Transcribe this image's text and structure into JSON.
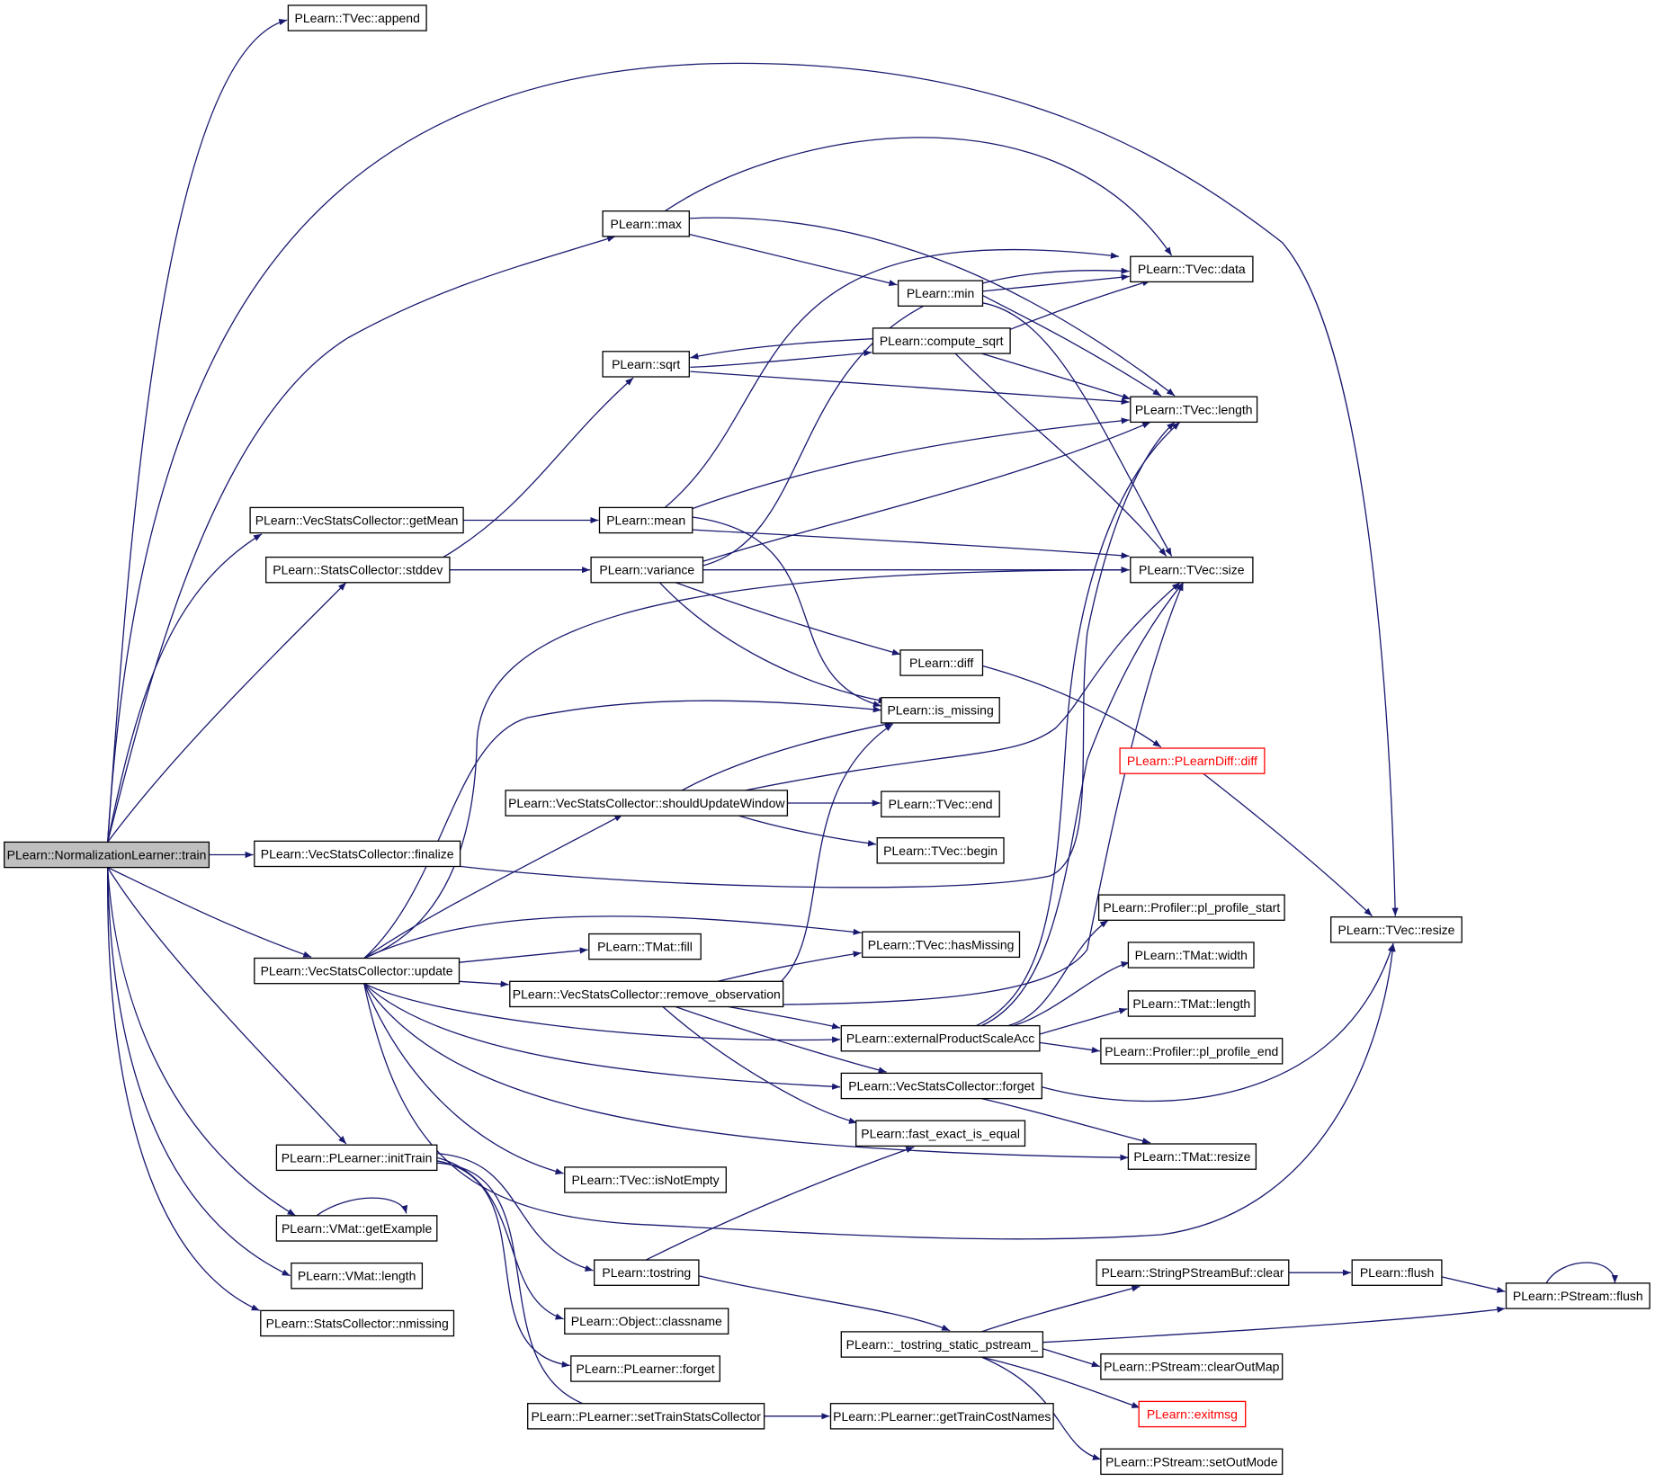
{
  "title": "",
  "colors": {
    "edge": "#191970",
    "root_fill": "#bfbfbf",
    "node_border": "#000000",
    "truncated_border": "#ff0000"
  },
  "nodes": [
    {
      "id": "train",
      "label": "PLearn::NormalizationLearner::train",
      "root": true
    },
    {
      "id": "append",
      "label": "PLearn::TVec::append"
    },
    {
      "id": "max",
      "label": "PLearn::max"
    },
    {
      "id": "data",
      "label": "PLearn::TVec::data"
    },
    {
      "id": "min",
      "label": "PLearn::min"
    },
    {
      "id": "compute_sqrt",
      "label": "PLearn::compute_sqrt"
    },
    {
      "id": "sqrt",
      "label": "PLearn::sqrt"
    },
    {
      "id": "tlength",
      "label": "PLearn::TVec::length"
    },
    {
      "id": "getMean",
      "label": "PLearn::VecStatsCollector::getMean"
    },
    {
      "id": "mean",
      "label": "PLearn::mean"
    },
    {
      "id": "stddev",
      "label": "PLearn::StatsCollector::stddev"
    },
    {
      "id": "variance",
      "label": "PLearn::variance"
    },
    {
      "id": "size",
      "label": "PLearn::TVec::size"
    },
    {
      "id": "diff",
      "label": "PLearn::diff"
    },
    {
      "id": "is_missing",
      "label": "PLearn::is_missing"
    },
    {
      "id": "pdiff",
      "label": "PLearn::PLearnDiff::diff",
      "truncated": true
    },
    {
      "id": "shouldUpdate",
      "label": "PLearn::VecStatsCollector::shouldUpdateWindow"
    },
    {
      "id": "end",
      "label": "PLearn::TVec::end"
    },
    {
      "id": "begin",
      "label": "PLearn::TVec::begin"
    },
    {
      "id": "finalize",
      "label": "PLearn::VecStatsCollector::finalize"
    },
    {
      "id": "pstart",
      "label": "PLearn::Profiler::pl_profile_start"
    },
    {
      "id": "tresize",
      "label": "PLearn::TVec::resize"
    },
    {
      "id": "hasMissing",
      "label": "PLearn::TVec::hasMissing"
    },
    {
      "id": "update",
      "label": "PLearn::VecStatsCollector::update"
    },
    {
      "id": "fill",
      "label": "PLearn::TMat::fill"
    },
    {
      "id": "width",
      "label": "PLearn::TMat::width"
    },
    {
      "id": "removeObs",
      "label": "PLearn::VecStatsCollector::remove_observation"
    },
    {
      "id": "mlength",
      "label": "PLearn::TMat::length"
    },
    {
      "id": "extProd",
      "label": "PLearn::externalProductScaleAcc"
    },
    {
      "id": "pend",
      "label": "PLearn::Profiler::pl_profile_end"
    },
    {
      "id": "forget",
      "label": "PLearn::VecStatsCollector::forget"
    },
    {
      "id": "fastEq",
      "label": "PLearn::fast_exact_is_equal"
    },
    {
      "id": "initTrain",
      "label": "PLearn::PLearner::initTrain"
    },
    {
      "id": "mresize",
      "label": "PLearn::TMat::resize"
    },
    {
      "id": "isNotEmpty",
      "label": "PLearn::TVec::isNotEmpty"
    },
    {
      "id": "getExample",
      "label": "PLearn::VMat::getExample"
    },
    {
      "id": "tostring",
      "label": "PLearn::tostring"
    },
    {
      "id": "spclear",
      "label": "PLearn::StringPStreamBuf::clear"
    },
    {
      "id": "flush",
      "label": "PLearn::flush"
    },
    {
      "id": "psflush",
      "label": "PLearn::PStream::flush"
    },
    {
      "id": "vlength",
      "label": "PLearn::VMat::length"
    },
    {
      "id": "classname",
      "label": "PLearn::Object::classname"
    },
    {
      "id": "tostatic",
      "label": "PLearn::_tostring_static_pstream_"
    },
    {
      "id": "nmissing",
      "label": "PLearn::StatsCollector::nmissing"
    },
    {
      "id": "clearOutMap",
      "label": "PLearn::PStream::clearOutMap"
    },
    {
      "id": "pforget",
      "label": "PLearn::PLearner::forget"
    },
    {
      "id": "exitmsg",
      "label": "PLearn::exitmsg",
      "truncated": true
    },
    {
      "id": "setTSC",
      "label": "PLearn::PLearner::setTrainStatsCollector"
    },
    {
      "id": "getTCN",
      "label": "PLearn::PLearner::getTrainCostNames"
    },
    {
      "id": "setOutMode",
      "label": "PLearn::PStream::setOutMode"
    }
  ],
  "edges": [
    [
      "train",
      "append"
    ],
    [
      "train",
      "tresize"
    ],
    [
      "train",
      "max"
    ],
    [
      "train",
      "getMean"
    ],
    [
      "train",
      "stddev"
    ],
    [
      "train",
      "finalize"
    ],
    [
      "train",
      "update"
    ],
    [
      "train",
      "initTrain"
    ],
    [
      "train",
      "getExample"
    ],
    [
      "train",
      "vlength"
    ],
    [
      "train",
      "nmissing"
    ],
    [
      "max",
      "data"
    ],
    [
      "max",
      "min"
    ],
    [
      "max",
      "tlength"
    ],
    [
      "min",
      "data"
    ],
    [
      "min",
      "tlength"
    ],
    [
      "min",
      "size"
    ],
    [
      "compute_sqrt",
      "sqrt"
    ],
    [
      "compute_sqrt",
      "data"
    ],
    [
      "compute_sqrt",
      "tlength"
    ],
    [
      "compute_sqrt",
      "size"
    ],
    [
      "sqrt",
      "compute_sqrt"
    ],
    [
      "sqrt",
      "tlength"
    ],
    [
      "getMean",
      "mean"
    ],
    [
      "mean",
      "data"
    ],
    [
      "mean",
      "tlength"
    ],
    [
      "mean",
      "size"
    ],
    [
      "mean",
      "is_missing"
    ],
    [
      "stddev",
      "sqrt"
    ],
    [
      "stddev",
      "variance"
    ],
    [
      "variance",
      "data"
    ],
    [
      "variance",
      "tlength"
    ],
    [
      "variance",
      "size"
    ],
    [
      "variance",
      "diff"
    ],
    [
      "variance",
      "is_missing"
    ],
    [
      "diff",
      "pdiff"
    ],
    [
      "pdiff",
      "tresize"
    ],
    [
      "shouldUpdate",
      "is_missing"
    ],
    [
      "shouldUpdate",
      "end"
    ],
    [
      "shouldUpdate",
      "begin"
    ],
    [
      "shouldUpdate",
      "size"
    ],
    [
      "finalize",
      "tlength"
    ],
    [
      "update",
      "size"
    ],
    [
      "update",
      "is_missing"
    ],
    [
      "update",
      "shouldUpdate"
    ],
    [
      "update",
      "hasMissing"
    ],
    [
      "update",
      "fill"
    ],
    [
      "update",
      "removeObs"
    ],
    [
      "update",
      "extProd"
    ],
    [
      "update",
      "forget"
    ],
    [
      "update",
      "mresize"
    ],
    [
      "update",
      "isNotEmpty"
    ],
    [
      "update",
      "tresize"
    ],
    [
      "removeObs",
      "hasMissing"
    ],
    [
      "removeObs",
      "is_missing"
    ],
    [
      "removeObs",
      "extProd"
    ],
    [
      "removeObs",
      "forget"
    ],
    [
      "removeObs",
      "fastEq"
    ],
    [
      "removeObs",
      "size"
    ],
    [
      "extProd",
      "pstart"
    ],
    [
      "extProd",
      "width"
    ],
    [
      "extProd",
      "mlength"
    ],
    [
      "extProd",
      "pend"
    ],
    [
      "extProd",
      "tlength"
    ],
    [
      "extProd",
      "size"
    ],
    [
      "forget",
      "tresize"
    ],
    [
      "forget",
      "mresize"
    ],
    [
      "initTrain",
      "tostring"
    ],
    [
      "initTrain",
      "classname"
    ],
    [
      "initTrain",
      "pforget"
    ],
    [
      "initTrain",
      "setTSC"
    ],
    [
      "getExample",
      "getExample"
    ],
    [
      "tostring",
      "fastEq"
    ],
    [
      "tostring",
      "tostatic"
    ],
    [
      "tostatic",
      "spclear"
    ],
    [
      "tostatic",
      "psflush"
    ],
    [
      "tostatic",
      "clearOutMap"
    ],
    [
      "tostatic",
      "exitmsg"
    ],
    [
      "tostatic",
      "setOutMode"
    ],
    [
      "spclear",
      "flush"
    ],
    [
      "flush",
      "psflush"
    ],
    [
      "psflush",
      "psflush"
    ],
    [
      "setTSC",
      "getTCN"
    ]
  ]
}
